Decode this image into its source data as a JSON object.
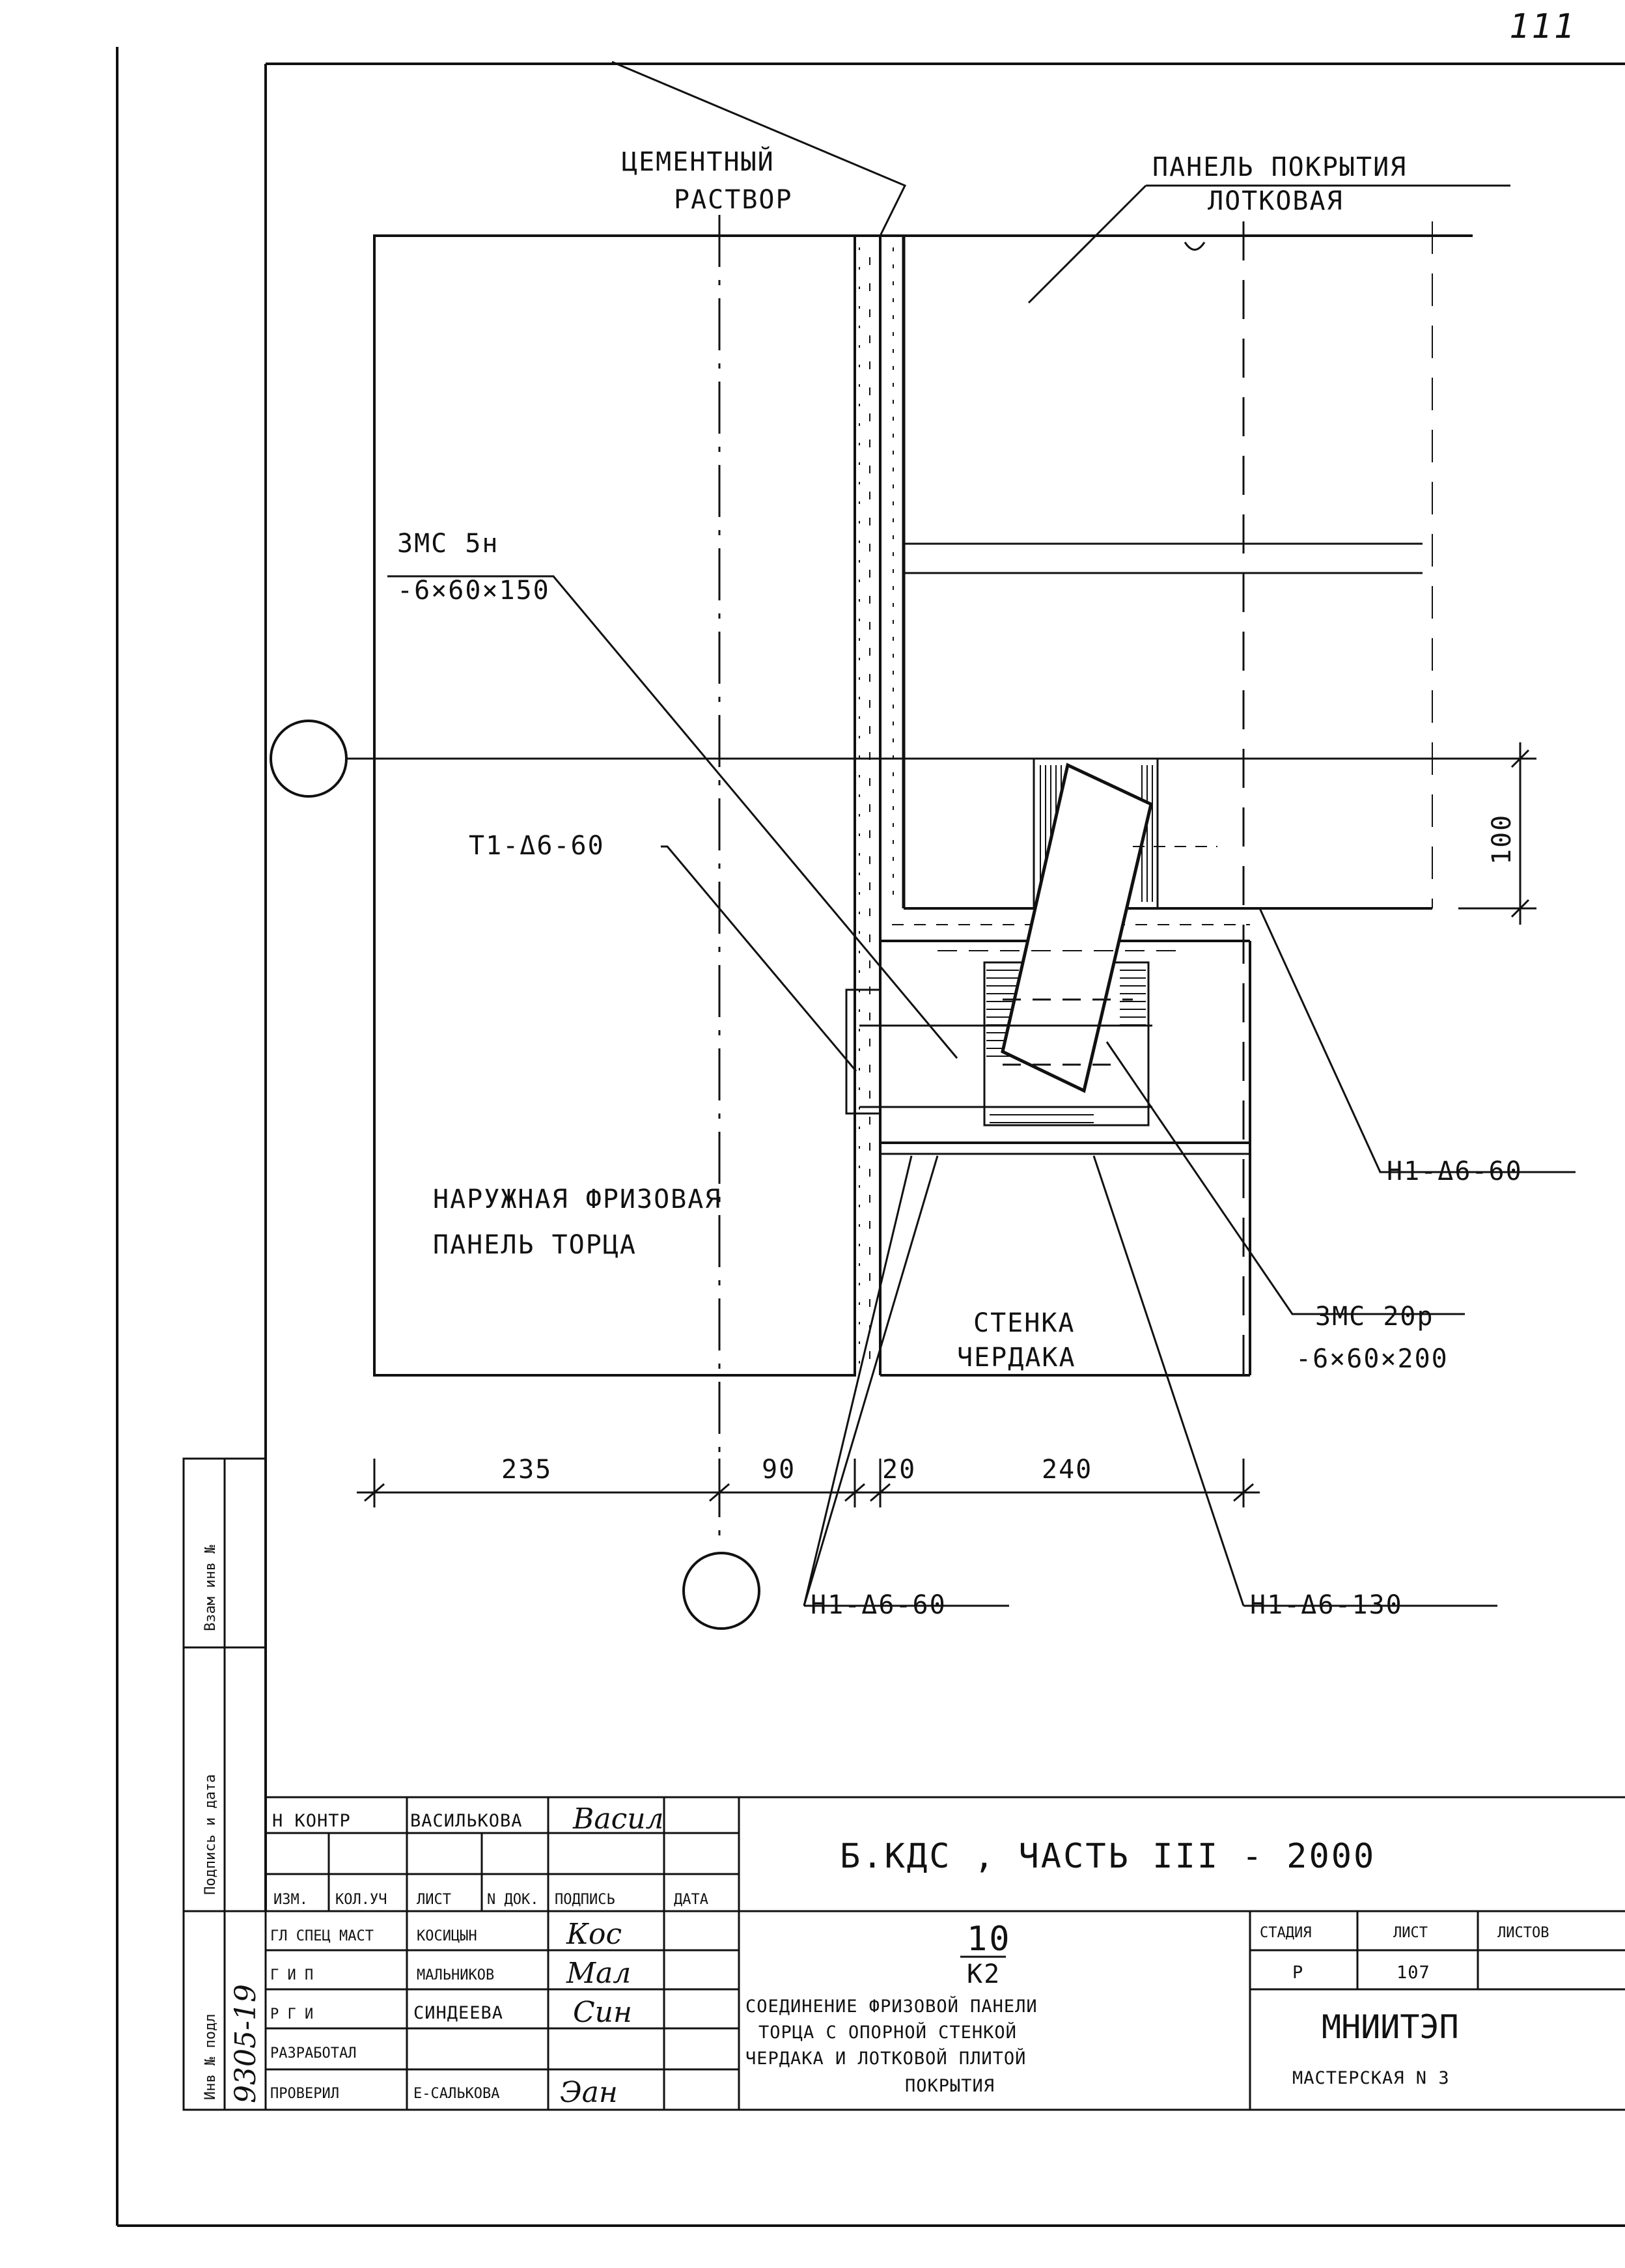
{
  "page_number": "111",
  "labels": {
    "cement_mortar_line1": "ЦЕМЕНТНЫЙ",
    "cement_mortar_line2": "РАСТВОР",
    "roof_panel_line1": "ПАНЕЛЬ ПОКРЫТИЯ",
    "roof_panel_line2": "ЛОТКОВАЯ",
    "emb_top_line1": "ЗМС 5н",
    "emb_top_line2": "-6×60×150",
    "t1_label": "Т1-Δ6-60",
    "n1_right_label": "Н1-Δ6-60",
    "outer_panel_line1": "НАРУЖНАЯ ФРИЗОВАЯ",
    "outer_panel_line2": "ПАНЕЛЬ ТОРЦА",
    "attic_wall_line1": "СТЕНКА",
    "attic_wall_line2": "ЧЕРДАКА",
    "emb_bottom_line1": "ЗМС 20р",
    "emb_bottom_line2": "-6×60×200",
    "n1_bottom_label": "Н1-Δ6-60",
    "n1_130_label": "Н1-Δ6-130",
    "dim_100": "100",
    "dim_235": "235",
    "dim_90": "90",
    "dim_20": "20",
    "dim_240": "240"
  },
  "side_stamp": {
    "inv_original": "Инв № подл",
    "sign_date": "Подпись и дата",
    "inv_replace": "Взам инв №",
    "inv_number": "9305-19"
  },
  "title_block": {
    "top_rows": [
      {
        "role": "Н КОНТР",
        "name": "ВАСИЛЬКОВА",
        "sign": "Васил"
      },
      {
        "role": "",
        "name": "",
        "sign": ""
      }
    ],
    "header": [
      "ИЗМ.",
      "КОЛ.УЧ",
      "ЛИСТ",
      "N ДОК.",
      "ПОДПИСЬ",
      "ДАТА"
    ],
    "rows": [
      {
        "role": "ГЛ СПЕЦ МАСТ",
        "name": "КОСИЦЫН",
        "sign": "Кос"
      },
      {
        "role": "Г И П",
        "name": "МАЛЬНИКОВ",
        "sign": "Мал"
      },
      {
        "role": "Р Г И",
        "name": "СИНДЕЕВА",
        "sign": "Син"
      },
      {
        "role": "РАЗРАБОТАЛ",
        "name": "",
        "sign": ""
      },
      {
        "role": "ПРОВЕРИЛ",
        "name": "Е-САЛЬКОВА",
        "sign": "Эан"
      }
    ],
    "series_title": "Б.КДС , ЧАСТЬ III - 2000",
    "node_number": "10",
    "node_sheet": "К2",
    "drawing_title_line1": "СОЕДИНЕНИЕ ФРИЗОВОЙ ПАНЕЛИ",
    "drawing_title_line2": "ТОРЦА С ОПОРНОЙ СТЕНКОЙ",
    "drawing_title_line3": "ЧЕРДАКА И ЛОТКОВОЙ ПЛИТОЙ",
    "drawing_title_line4": "ПОКРЫТИЯ",
    "stage_header": "СТАДИЯ",
    "sheet_header": "ЛИСТ",
    "sheets_header": "ЛИСТОВ",
    "stage_value": "Р",
    "sheet_value": "107",
    "sheets_value": "",
    "org_name": "МНИИТЭП",
    "workshop": "МАСТЕРСКАЯ N 3"
  }
}
